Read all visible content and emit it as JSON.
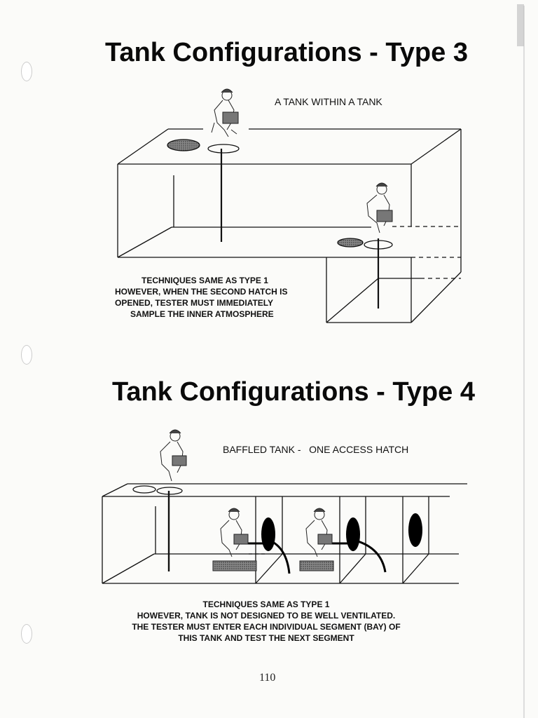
{
  "type3": {
    "title": "Tank Configurations - Type 3",
    "subtitle": "A TANK WITHIN A TANK",
    "notes": [
      "TECHNIQUES SAME AS TYPE 1",
      "HOWEVER, WHEN THE SECOND HATCH IS",
      "OPENED, TESTER MUST IMMEDIATELY",
      "SAMPLE THE INNER ATMOSPHERE"
    ]
  },
  "type4": {
    "title": "Tank Configurations - Type 4",
    "subtitle": "BAFFLED TANK -   ONE ACCESS HATCH",
    "notes": [
      "TECHNIQUES SAME AS TYPE 1",
      "HOWEVER, TANK IS NOT DESIGNED TO BE WELL VENTILATED.",
      "THE TESTER MUST ENTER EACH INDIVIDUAL SEGMENT (BAY) OF",
      "THIS TANK AND TEST THE NEXT SEGMENT"
    ]
  },
  "page_number": "110"
}
